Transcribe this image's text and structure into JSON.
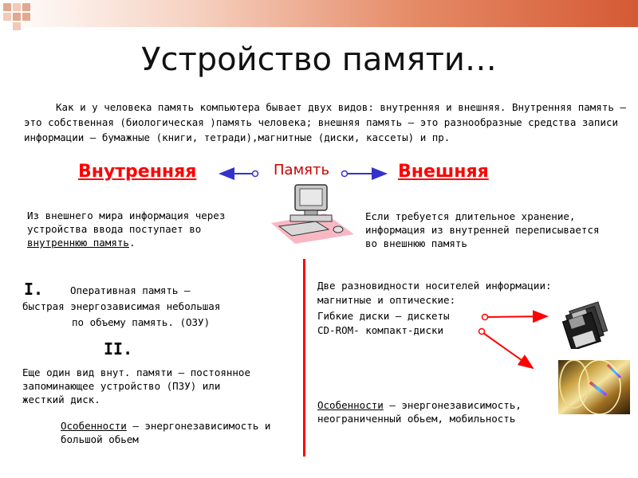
{
  "title": "Устройство памяти…",
  "intro": "Как и у человека память компьютера бывает двух видов: внутренняя и внешняя. Внутренняя память – это собственная (биологическая )память человека; внешняя память – это разнообразные средства записи информации – бумажные (книги, тетради),магнитные (диски, кассеты) и пр.",
  "diagram": {
    "center_label": "Память",
    "left_label": "Внутренняя",
    "right_label": "Внешняя"
  },
  "left": {
    "input_text": "Из внешнего мира информация через устройства ввода поступает во",
    "input_link": "внутреннюю память",
    "input_end": ".",
    "ram_roman": "I.",
    "ram_line1": "Оперативная  память –",
    "ram_line2": "быстрая энергозависимая  небольшая",
    "ram_line3": "по объему память. (ОЗУ)",
    "rom_roman": "II.",
    "rom_text": "Еще один вид внут. памяти – постоянное запоминающее устройство (ПЗУ) или жесткий диск.",
    "features_label": "Особенности",
    "features_text": " – энергонезависимость и большой обьем"
  },
  "right": {
    "storage_text": "Если требуется длительное хранение, информация  из внутренней переписывается во внешнюю память",
    "media_line1": "Две разновидности  носителей информации:",
    "media_line2": "магнитные и оптические:",
    "media_line3": "Гибкие диски – дискеты",
    "media_line4": "CD-ROM- компакт-диски",
    "features_label": "Особенности",
    "features_text": " – энергонезависимость, неограниченный обьем, мобильность"
  },
  "colors": {
    "accent_red": "#ff0000",
    "arrow_blue": "#3333cc",
    "header": "#d45a34"
  },
  "icons": [
    "computer-icon",
    "floppy-disk-icon",
    "cd-disc-icon"
  ]
}
